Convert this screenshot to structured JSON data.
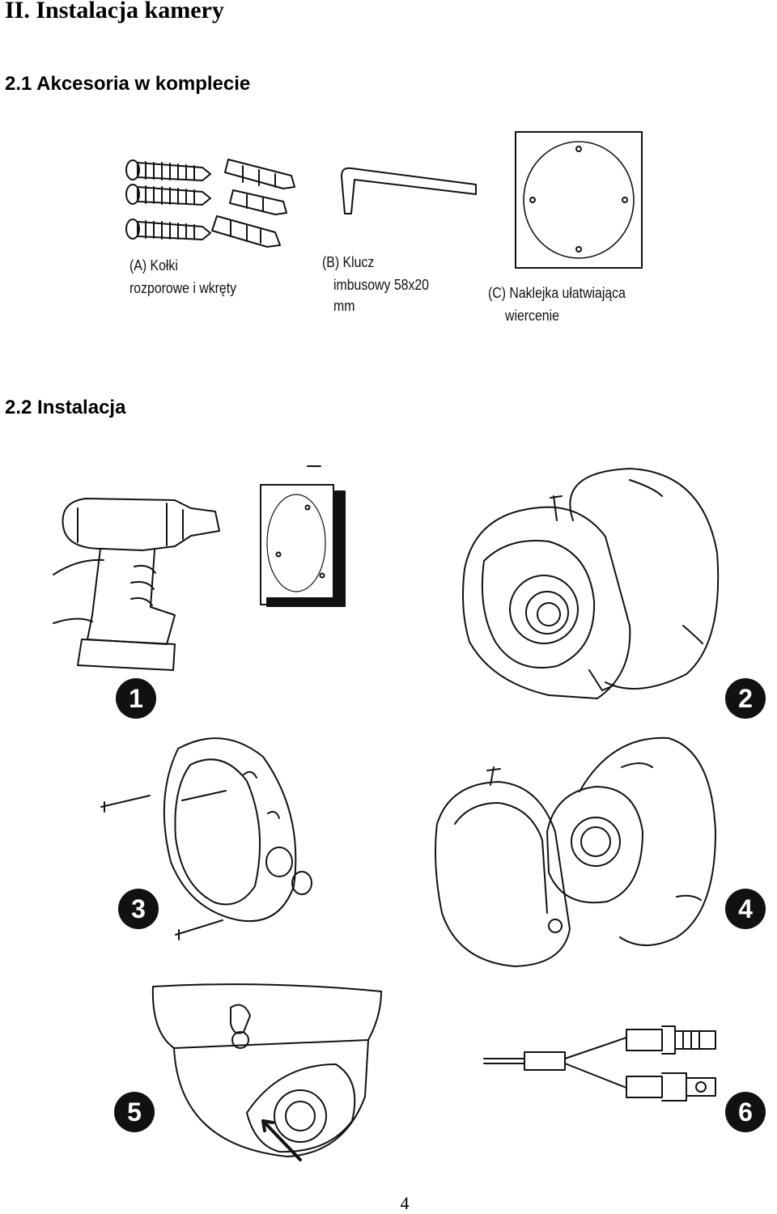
{
  "heading": "II. Instalacja kamery",
  "section_accessories": "2.1 Akcesoria w komplecie",
  "accessories": {
    "a_line1": "(A) Kołki",
    "a_line2": "rozporowe i wkręty",
    "b_line1": "(B)   Klucz",
    "b_line2": "imbusowy 58x20",
    "b_line3": "mm",
    "c_line1": "(C)    Naklejka ułatwiająca",
    "c_line2": "wiercenie"
  },
  "section_install": "2.2 Instalacja",
  "steps": [
    "1",
    "2",
    "3",
    "4",
    "5",
    "6"
  ],
  "page_number": "4"
}
